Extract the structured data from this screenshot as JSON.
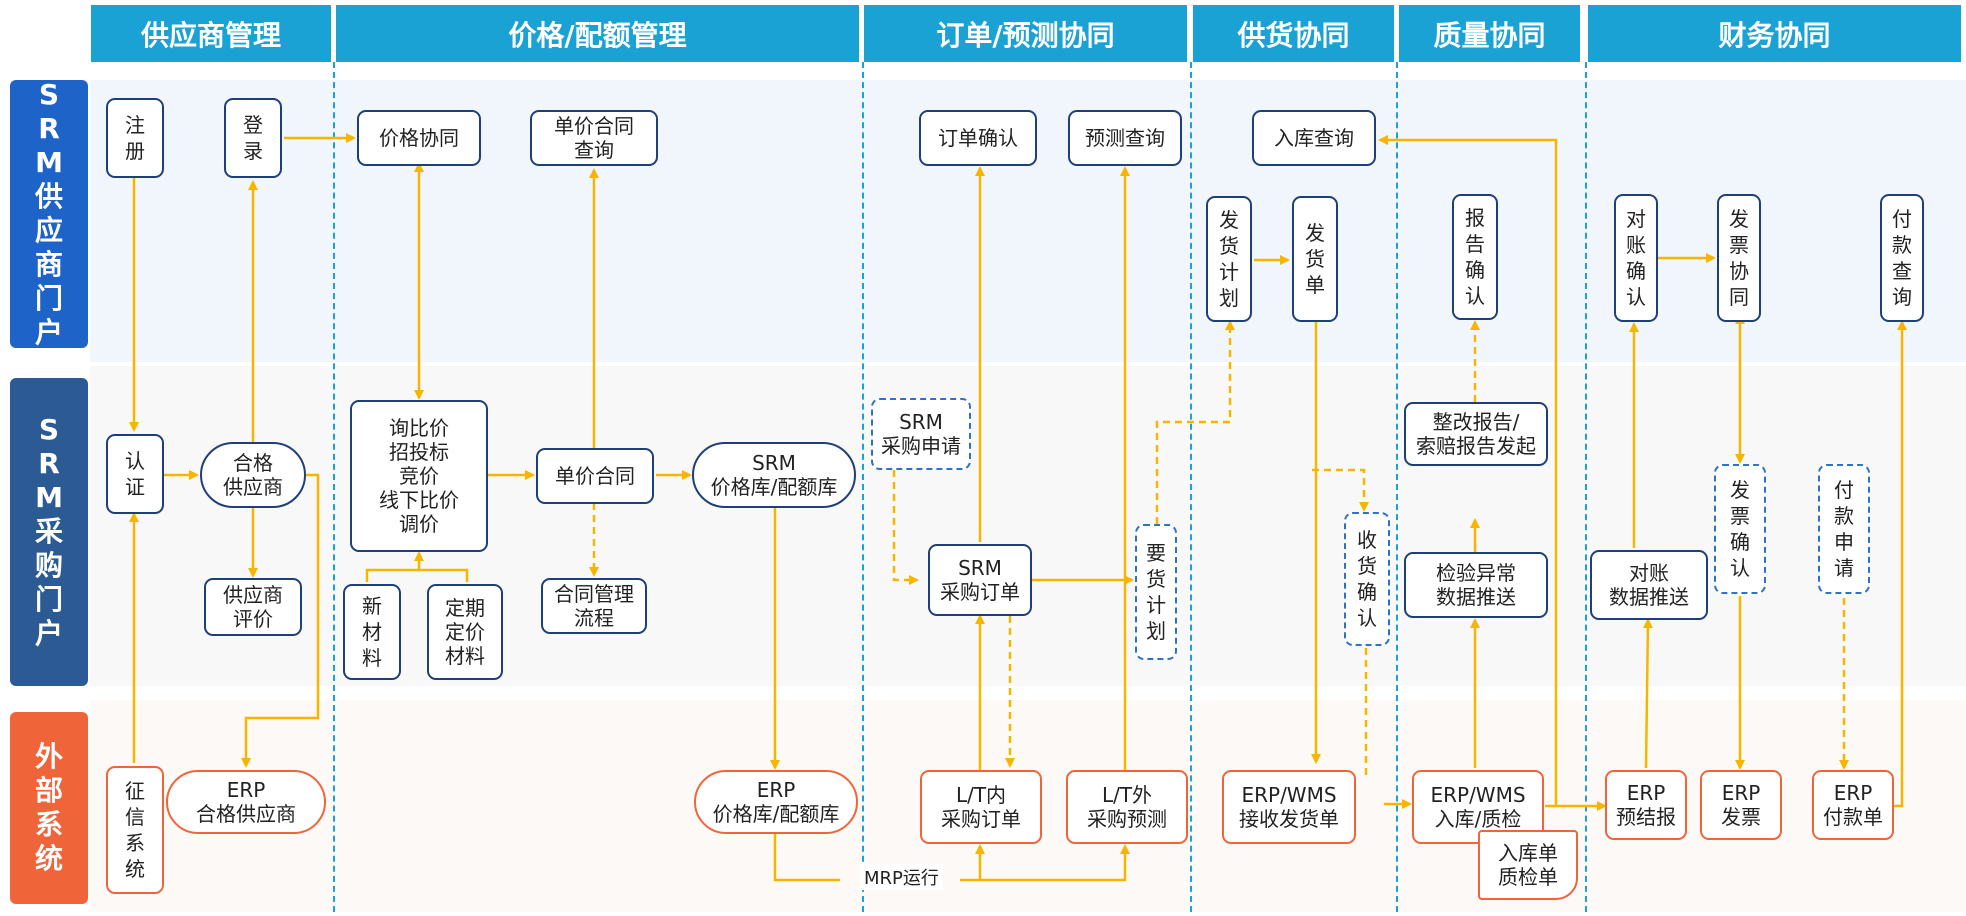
{
  "columns": [
    "供应商管理",
    "价格/配额管理",
    "订单/预测协同",
    "供货协同",
    "质量协同",
    "财务协同"
  ],
  "rows": {
    "supplier_portal": "SRM供应商门户",
    "purchase_portal": "SRM采购门户",
    "external": "外部系统"
  },
  "colors": {
    "header": "#1aa2d4",
    "supplier_portal": "#1e63c8",
    "purchase_portal": "#2b5a94",
    "external": "#f0643a",
    "arrow": "#f7b500",
    "box_border": "#1f3f7a",
    "external_border": "#f0643a"
  },
  "nodes": {
    "register": "注\n册",
    "login": "登\n录",
    "certify": "认\n证",
    "qualified": "合格\n供应商",
    "evaluate": "供应商\n评价",
    "credit": "征\n信\n系\n统",
    "erp_qualified": "ERP\n合格供应商",
    "price_collab": "价格协同",
    "contract_query": "单价合同\n查询",
    "inquiry": "询比价\n招投标\n竞价\n线下比价\n调价",
    "contract": "单价合同",
    "srm_price_lib": "SRM\n价格库/配额库",
    "new_material": "新\n材\n料",
    "periodic_material": "定期\n定价\n材料",
    "contract_flow": "合同管理\n流程",
    "erp_price_lib": "ERP\n价格库/配额库",
    "order_confirm": "订单确认",
    "forecast_query": "预测查询",
    "srm_request": "SRM\n采购申请",
    "srm_order": "SRM\n采购订单",
    "demand_plan": "要\n货\n计\n划",
    "lt_in_order": "L/T内\n采购订单",
    "lt_out_forecast": "L/T外\n采购预测",
    "mrp": "MRP运行",
    "storage_query": "入库查询",
    "ship_plan": "发\n货\n计\n划",
    "ship_note": "发\n货\n单",
    "receive_confirm": "收\n货\n确\n认",
    "erp_wms_receive": "ERP/WMS\n接收发货单",
    "report_confirm": "报\n告\n确\n认",
    "rectify_report": "整改报告/\n索赔报告发起",
    "inspect_push": "检验异常\n数据推送",
    "erp_wms_storage": "ERP/WMS\n入库/质检",
    "storage_doc": "入库单\n质检单",
    "recon_confirm": "对\n账\n确\n认",
    "invoice_collab": "发\n票\n协\n同",
    "payment_query": "付\n款\n查\n询",
    "recon_push": "对账\n数据推送",
    "invoice_confirm": "发\n票\n确\n认",
    "payment_request": "付\n款\n申\n请",
    "erp_pre_settle": "ERP\n预结报",
    "erp_invoice": "ERP\n发票",
    "erp_payment": "ERP\n付款单"
  }
}
